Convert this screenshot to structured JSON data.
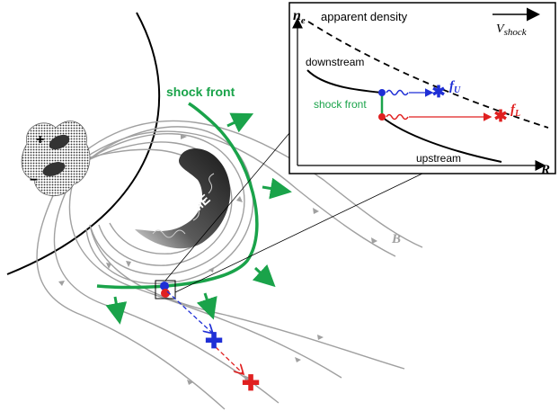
{
  "labels": {
    "shock_front": "shock front",
    "cme": "CME",
    "b_field": "B",
    "plus": "+",
    "minus": "−"
  },
  "inset": {
    "y_axis": "n",
    "y_axis_sub": "e",
    "x_axis": "R",
    "apparent_density": "apparent density",
    "v_shock": "V",
    "v_shock_sub": "shock",
    "downstream": "downstream",
    "upstream": "upstream",
    "shock_front": "shock front",
    "f_upper": "f",
    "f_upper_sub": "U",
    "f_lower": "f",
    "f_lower_sub": "L"
  },
  "colors": {
    "shock": "#1aa34a",
    "field_lines": "#a0a0a0",
    "upper_emission": "#1f2fd6",
    "lower_emission": "#e02020",
    "sun": "#000000",
    "cme_body": "#3a3a3a"
  }
}
